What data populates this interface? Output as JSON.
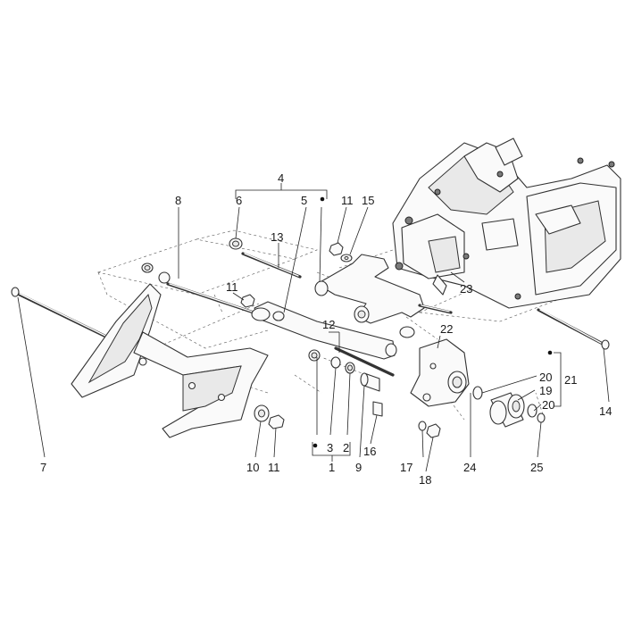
{
  "diagram": {
    "callouts": {
      "c1": "1",
      "c2": "2",
      "c3": "3",
      "c4": "4",
      "c5": "5",
      "c6": "6",
      "c7": "7",
      "c8": "8",
      "c9": "9",
      "c10": "10",
      "c11a": "11",
      "c11b": "11",
      "c11c": "11",
      "c12": "12",
      "c13": "13",
      "c14": "14",
      "c15": "15",
      "c16": "16",
      "c17": "17",
      "c18": "18",
      "c19": "19",
      "c20a": "20",
      "c20b": "20",
      "c21": "21",
      "c22": "22",
      "c23": "23",
      "c24": "24",
      "c25": "25"
    }
  }
}
